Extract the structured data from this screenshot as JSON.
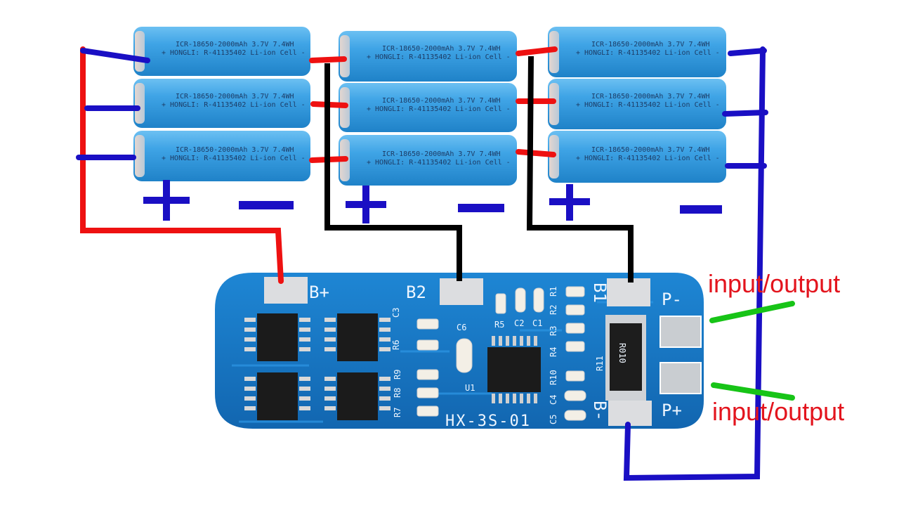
{
  "cells": {
    "line1": "ICR-18650-2000mAh 3.7V 7.4WH",
    "line2": "+ HONGLI: R-41135402 Li-ion Cell -"
  },
  "polarity": {
    "plus": "+",
    "minus": "—"
  },
  "board": {
    "model": "HX-3S-01",
    "pads": {
      "b_plus": "B+",
      "b2": "B2",
      "b1": "B1",
      "b_minus": "B-",
      "p_minus": "P-",
      "p_plus": "P+"
    },
    "silkscreen": [
      "C3",
      "R6",
      "R9",
      "R8",
      "R7",
      "C6",
      "U1",
      "R5",
      "C2",
      "C1",
      "R3",
      "R4",
      "R10",
      "C4",
      "C5",
      "R11",
      "R2",
      "R1"
    ],
    "shunt": "R010"
  },
  "labels": {
    "io_top": "input/output",
    "io_bottom": "input/output"
  },
  "colors": {
    "cell": "#3fa4e6",
    "cell_dark": "#1f82c8",
    "board": "#1778c8",
    "wire_red": "#ee1111",
    "wire_blue": "#1a0fc4",
    "wire_black": "#000000",
    "wire_green": "#17c417",
    "io_text": "#e3141d"
  }
}
